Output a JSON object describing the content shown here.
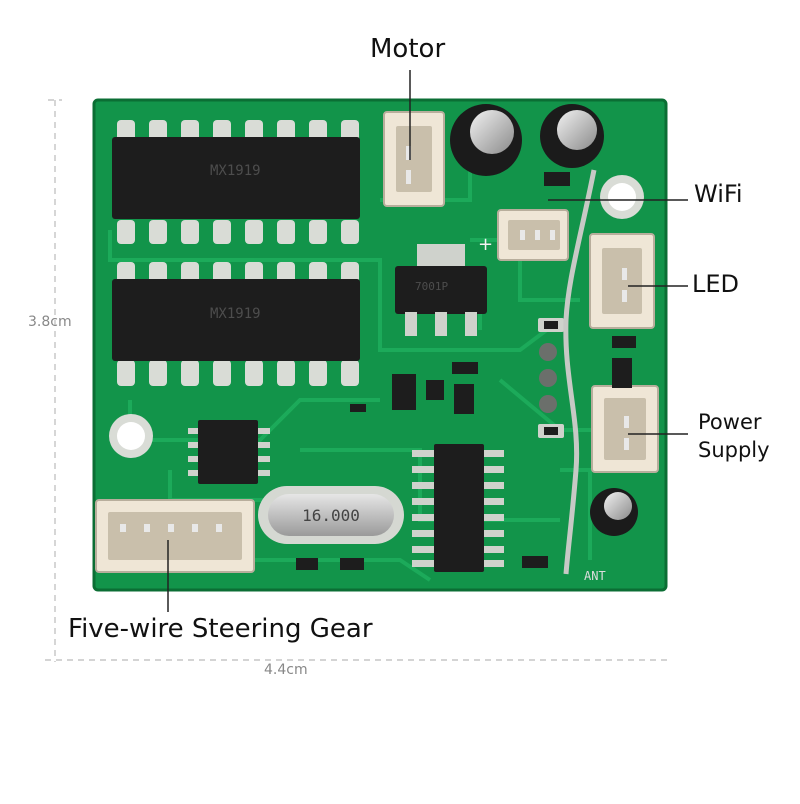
{
  "labels": {
    "motor": "Motor",
    "wifi": "WiFi",
    "led": "LED",
    "power_line1": "Power",
    "power_line2": "Supply",
    "steering": "Five-wire Steering Gear"
  },
  "dimensions": {
    "height": "3.8cm",
    "width": "4.4cm"
  },
  "board_markings": {
    "chip1": "MX1919",
    "chip2": "MX1919",
    "regulator": "7001P",
    "crystal": "16.000",
    "antenna": "ANT",
    "plus": "+"
  },
  "colors": {
    "pcb": "#12944a",
    "pcb_dark": "#0b6e34",
    "trace": "#1aa856",
    "chip": "#1d1d1d",
    "pad": "#d9dcd6",
    "connector": "#efe6d6",
    "callout_line": "#222222",
    "dimension_line": "#bbbbbb"
  }
}
